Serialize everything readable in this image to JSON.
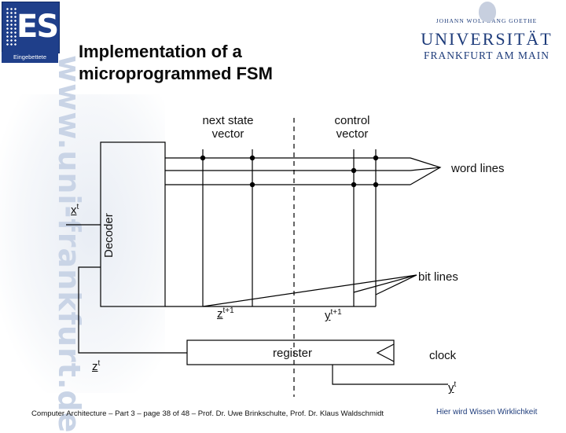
{
  "header": {
    "logo_letters": "ES",
    "logo_subtitle": "Eingebettete Systeme",
    "title_line1": "Implementation of a",
    "title_line2": "microprogrammed FSM",
    "university": {
      "top": "JOHANN WOLFGANG GOETHE",
      "name": "UNIVERSITÄT",
      "city": "FRANKFURT AM MAIN"
    }
  },
  "watermark": "www.uni-frankfurt.de",
  "diagram": {
    "next_state_line1": "next state",
    "next_state_line2": "vector",
    "control_line1": "control",
    "control_line2": "vector",
    "word_lines": "word lines",
    "bit_lines": "bit lines",
    "decoder": "Decoder",
    "x_input": "x",
    "x_sup": "t",
    "z_next": "z",
    "z_next_sup": "t+1",
    "y_next": "y",
    "y_next_sup": "t+1",
    "register": "register",
    "clock": "clock",
    "z_current": "z",
    "z_current_sup": "t",
    "y_out": "y",
    "y_out_sup": "t"
  },
  "footer": {
    "left": "Computer Architecture – Part 3 – page 38 of 48 – Prof. Dr. Uwe Brinkschulte, Prof. Dr. Klaus Waldschmidt",
    "right": "Hier wird Wissen Wirklichkeit"
  },
  "colors": {
    "brand_blue": "#1d3b7a",
    "watermark": "#c9d4e6"
  }
}
